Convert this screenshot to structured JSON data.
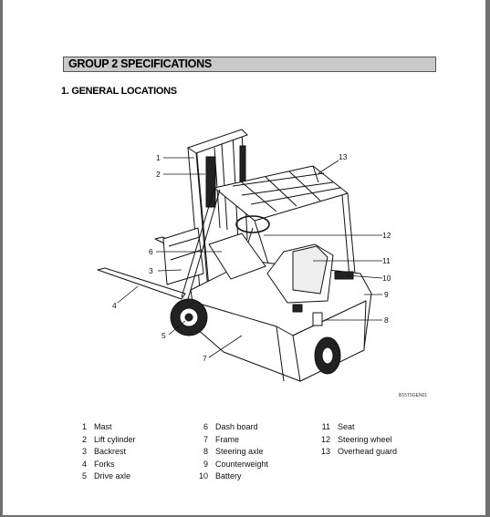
{
  "header": {
    "group_title": "GROUP 2  SPECIFICATIONS",
    "section_title": "1. GENERAL LOCATIONS"
  },
  "figure": {
    "code": "B15T5GEN01",
    "callouts": [
      "1",
      "2",
      "3",
      "4",
      "5",
      "6",
      "7",
      "8",
      "9",
      "10",
      "11",
      "12",
      "13"
    ]
  },
  "legend": [
    [
      {
        "num": "1",
        "label": "Mast"
      },
      {
        "num": "2",
        "label": "Lift cylinder"
      },
      {
        "num": "3",
        "label": "Backrest"
      },
      {
        "num": "4",
        "label": "Forks"
      },
      {
        "num": "5",
        "label": "Drive axle"
      }
    ],
    [
      {
        "num": "6",
        "label": "Dash board"
      },
      {
        "num": "7",
        "label": "Frame"
      },
      {
        "num": "8",
        "label": "Steering axle"
      },
      {
        "num": "9",
        "label": "Counterweight"
      },
      {
        "num": "10",
        "label": "Battery"
      }
    ],
    [
      {
        "num": "11",
        "label": "Seat"
      },
      {
        "num": "12",
        "label": "Steering wheel"
      },
      {
        "num": "13",
        "label": "Overhead guard"
      }
    ]
  ]
}
